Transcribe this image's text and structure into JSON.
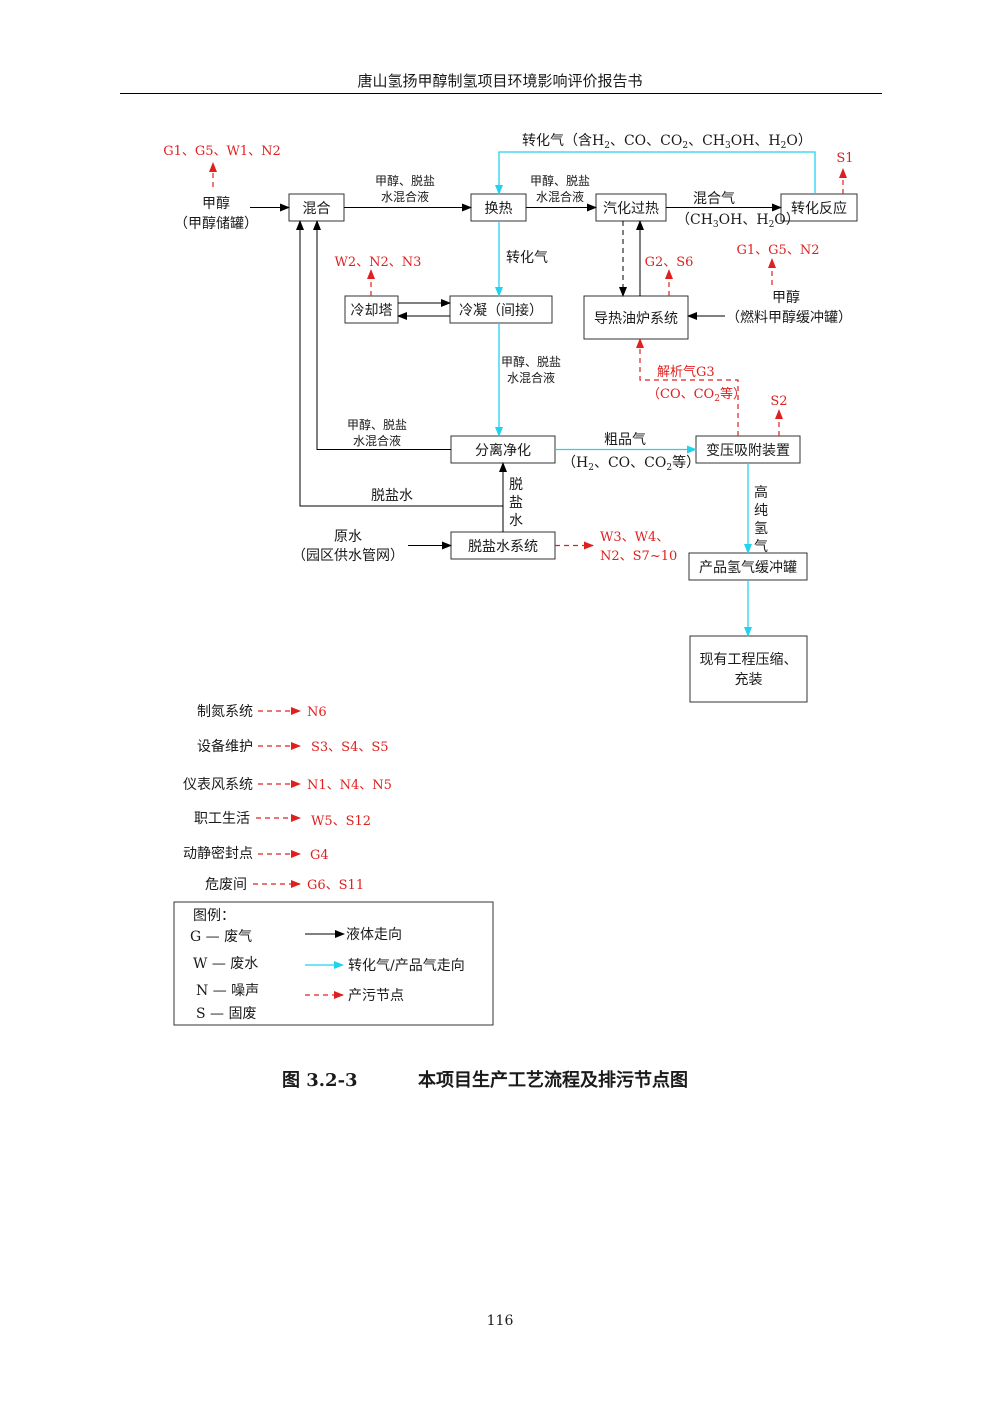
{
  "header": {
    "title": "唐山氢扬甲醇制氢项目环境影响评价报告书"
  },
  "nodes": {
    "mix": "混合",
    "heat_exchange": "换热",
    "vaporize_superheat": "汽化过热",
    "reform": "转化反应",
    "cooling_tower": "冷却塔",
    "condense": "冷凝（间接）",
    "heat_oil_furnace": "导热油炉系统",
    "separation": "分离净化",
    "psa": "变压吸附装置",
    "desalt_system": "脱盐水系统",
    "h2_buffer": "产品氢气缓冲罐",
    "existing_line1": "现有工程压缩、",
    "existing_line2": "充装"
  },
  "labels": {
    "methanol": "甲醇",
    "methanol_tank": "（甲醇储罐）",
    "mix_liquid_1": "甲醇、脱盐",
    "mix_liquid_2": "水混合液",
    "reform_gas_top_pre": "转化气（含H",
    "reform_gas_top_mid1": "、CO、CO",
    "reform_gas_top_mid2": "、CH",
    "reform_gas_top_mid3": "OH、H",
    "reform_gas_top_mid4": "O）",
    "sub2": "2",
    "sub3": "3",
    "mixed_gas": "混合气",
    "mixed_gas_comp_a": "（CH",
    "mixed_gas_comp_b": "OH、H",
    "mixed_gas_comp_c": "O）",
    "reform_gas": "转化气",
    "fuel_methanol": "甲醇",
    "fuel_methanol_tank": "（燃料甲醇缓冲罐）",
    "desorb_gas": "解析气G3",
    "desorb_comp_a": "（CO、CO",
    "desorb_comp_b": "等）",
    "crude_gas": "粗品气",
    "crude_comp_a": "（H",
    "crude_comp_b": "、CO、CO",
    "crude_comp_c": "等）",
    "desalt_water": "脱盐水",
    "desalt_v1": "脱",
    "desalt_v2": "盐",
    "desalt_v3": "水",
    "raw_water": "原水",
    "raw_water_src": "（园区供水管网）",
    "hp_v1": "高",
    "hp_v2": "纯",
    "hp_v3": "氢",
    "hp_v4": "气"
  },
  "pollutants": {
    "methanol_tank": "G1、G5、W1、N2",
    "reform": "S1",
    "cooling_tower": "W2、N2、N3",
    "furnace": "G2、S6",
    "fuel_methanol": "G1、G5、N2",
    "psa": "S2",
    "desalt_a": "W3、W4、",
    "desalt_b": "N2、S7~10"
  },
  "other_sources": [
    {
      "source": "制氮系统",
      "pollutants": "N6"
    },
    {
      "source": "设备维护",
      "pollutants": "S3、S4、S5"
    },
    {
      "source": "仪表风系统",
      "pollutants": "N1、N4、N5"
    },
    {
      "source": "职工生活",
      "pollutants": "W5、S12"
    },
    {
      "source": "动静密封点",
      "pollutants": "G4"
    },
    {
      "source": "危废间",
      "pollutants": "G6、S11"
    }
  ],
  "legend": {
    "title": "图例：",
    "g": "G — 废气",
    "w": "W — 废水",
    "n": "N — 噪声",
    "s": "S — 固废",
    "liquid": "液体走向",
    "gas": "转化气/产品气走向",
    "pollution": "产污节点"
  },
  "caption": {
    "number": "图 3.2-3",
    "title": "本项目生产工艺流程及排污节点图"
  },
  "page_number": "116",
  "colors": {
    "liquid": "#000000",
    "gas": "#22d3ee",
    "pollution": "#e02020"
  }
}
